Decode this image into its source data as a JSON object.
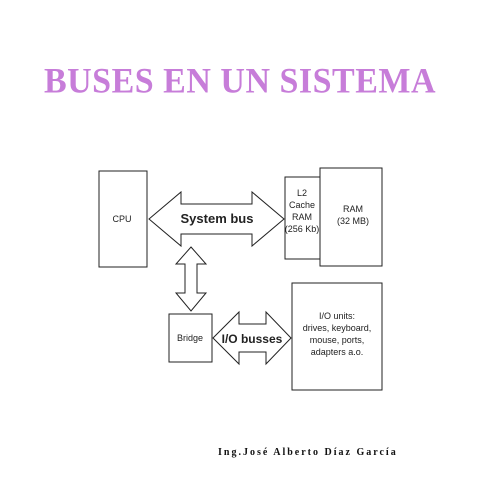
{
  "title": "BUSES EN UN SISTEMA",
  "colors": {
    "title": "#c77dd9",
    "line": "#222222",
    "background": "#ffffff"
  },
  "diagram": {
    "cpu": "CPU",
    "system_bus": "System bus",
    "l2_cache": [
      "L2",
      "Cache",
      "RAM",
      "(256 Kb)"
    ],
    "ram": [
      "RAM",
      "(32 MB)"
    ],
    "bridge": "Bridge",
    "io_busses": "I/O busses",
    "io_units": [
      "I/O units:",
      "drives, keyboard,",
      "mouse, ports,",
      "adapters a.o."
    ]
  },
  "footer": "Ing.José Alberto Díaz García"
}
